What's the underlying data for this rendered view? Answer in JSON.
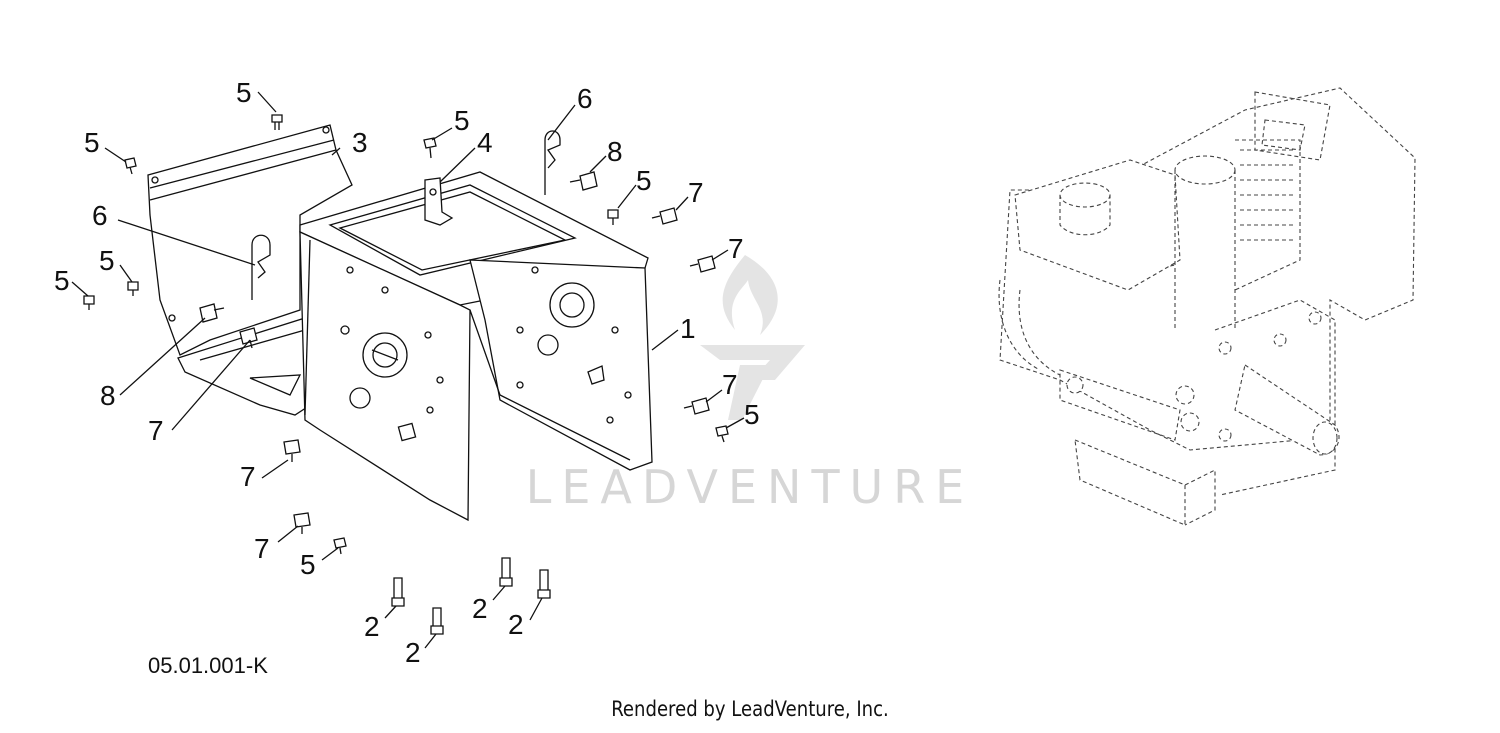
{
  "watermark": {
    "text": "LEADVENTURE"
  },
  "diagram_id": "05.01.001-K",
  "credit": "Rendered by LeadVenture, Inc.",
  "callouts": {
    "c1": "1",
    "c2a": "2",
    "c2b": "2",
    "c2c": "2",
    "c2d": "2",
    "c3": "3",
    "c4": "4",
    "c5a": "5",
    "c5b": "5",
    "c5c": "5",
    "c5d": "5",
    "c5e": "5",
    "c5f": "5",
    "c5g": "5",
    "c5h": "5",
    "c6a": "6",
    "c6b": "6",
    "c7a": "7",
    "c7b": "7",
    "c7c": "7",
    "c7d": "7",
    "c7e": "7",
    "c7f": "7",
    "c8a": "8",
    "c8b": "8"
  }
}
